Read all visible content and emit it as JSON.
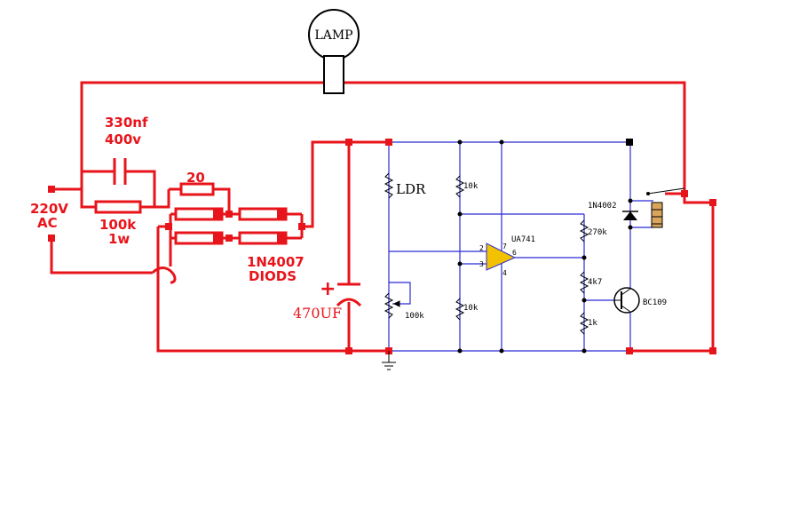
{
  "colors": {
    "power_wire": "#e8141b",
    "signal_wire": "#2b2bd6",
    "opamp_fill": "#f2c200",
    "text_black": "#000000"
  },
  "labels": {
    "lamp": "LAMP",
    "cap_value": "330nf",
    "cap_voltage": "400v",
    "resistor_20": "20",
    "supply_voltage": "220V",
    "supply_type": "AC",
    "resistor_100k": "100k",
    "resistor_power": "1w",
    "diode_part": "1N4007",
    "diode_word": "DIODS",
    "filter_cap": "470UF",
    "ldr": "LDR",
    "pot_100k": "100k",
    "r_top_10k": "10k",
    "r_bottom_10k": "10k",
    "opamp": "UA741",
    "pin2": "2",
    "pin3": "3",
    "pin7": "7",
    "pin6": "6",
    "pin4": "4",
    "r_270k": "270k",
    "r_4k7": "4k7",
    "r_1k": "1k",
    "relay_diode": "1N4002",
    "transistor": "BC109",
    "plus_sign": "+"
  }
}
